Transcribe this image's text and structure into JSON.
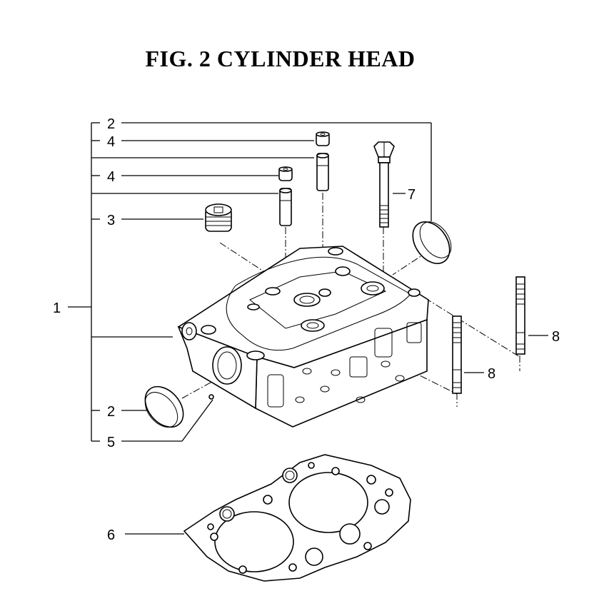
{
  "title": "FIG. 2 CYLINDER HEAD",
  "callouts": {
    "c1": "1",
    "c2a": "2",
    "c2b": "2",
    "c3": "3",
    "c4a": "4",
    "c4b": "4",
    "c5": "5",
    "c6": "6",
    "c7": "7",
    "c8a": "8",
    "c8b": "8"
  }
}
